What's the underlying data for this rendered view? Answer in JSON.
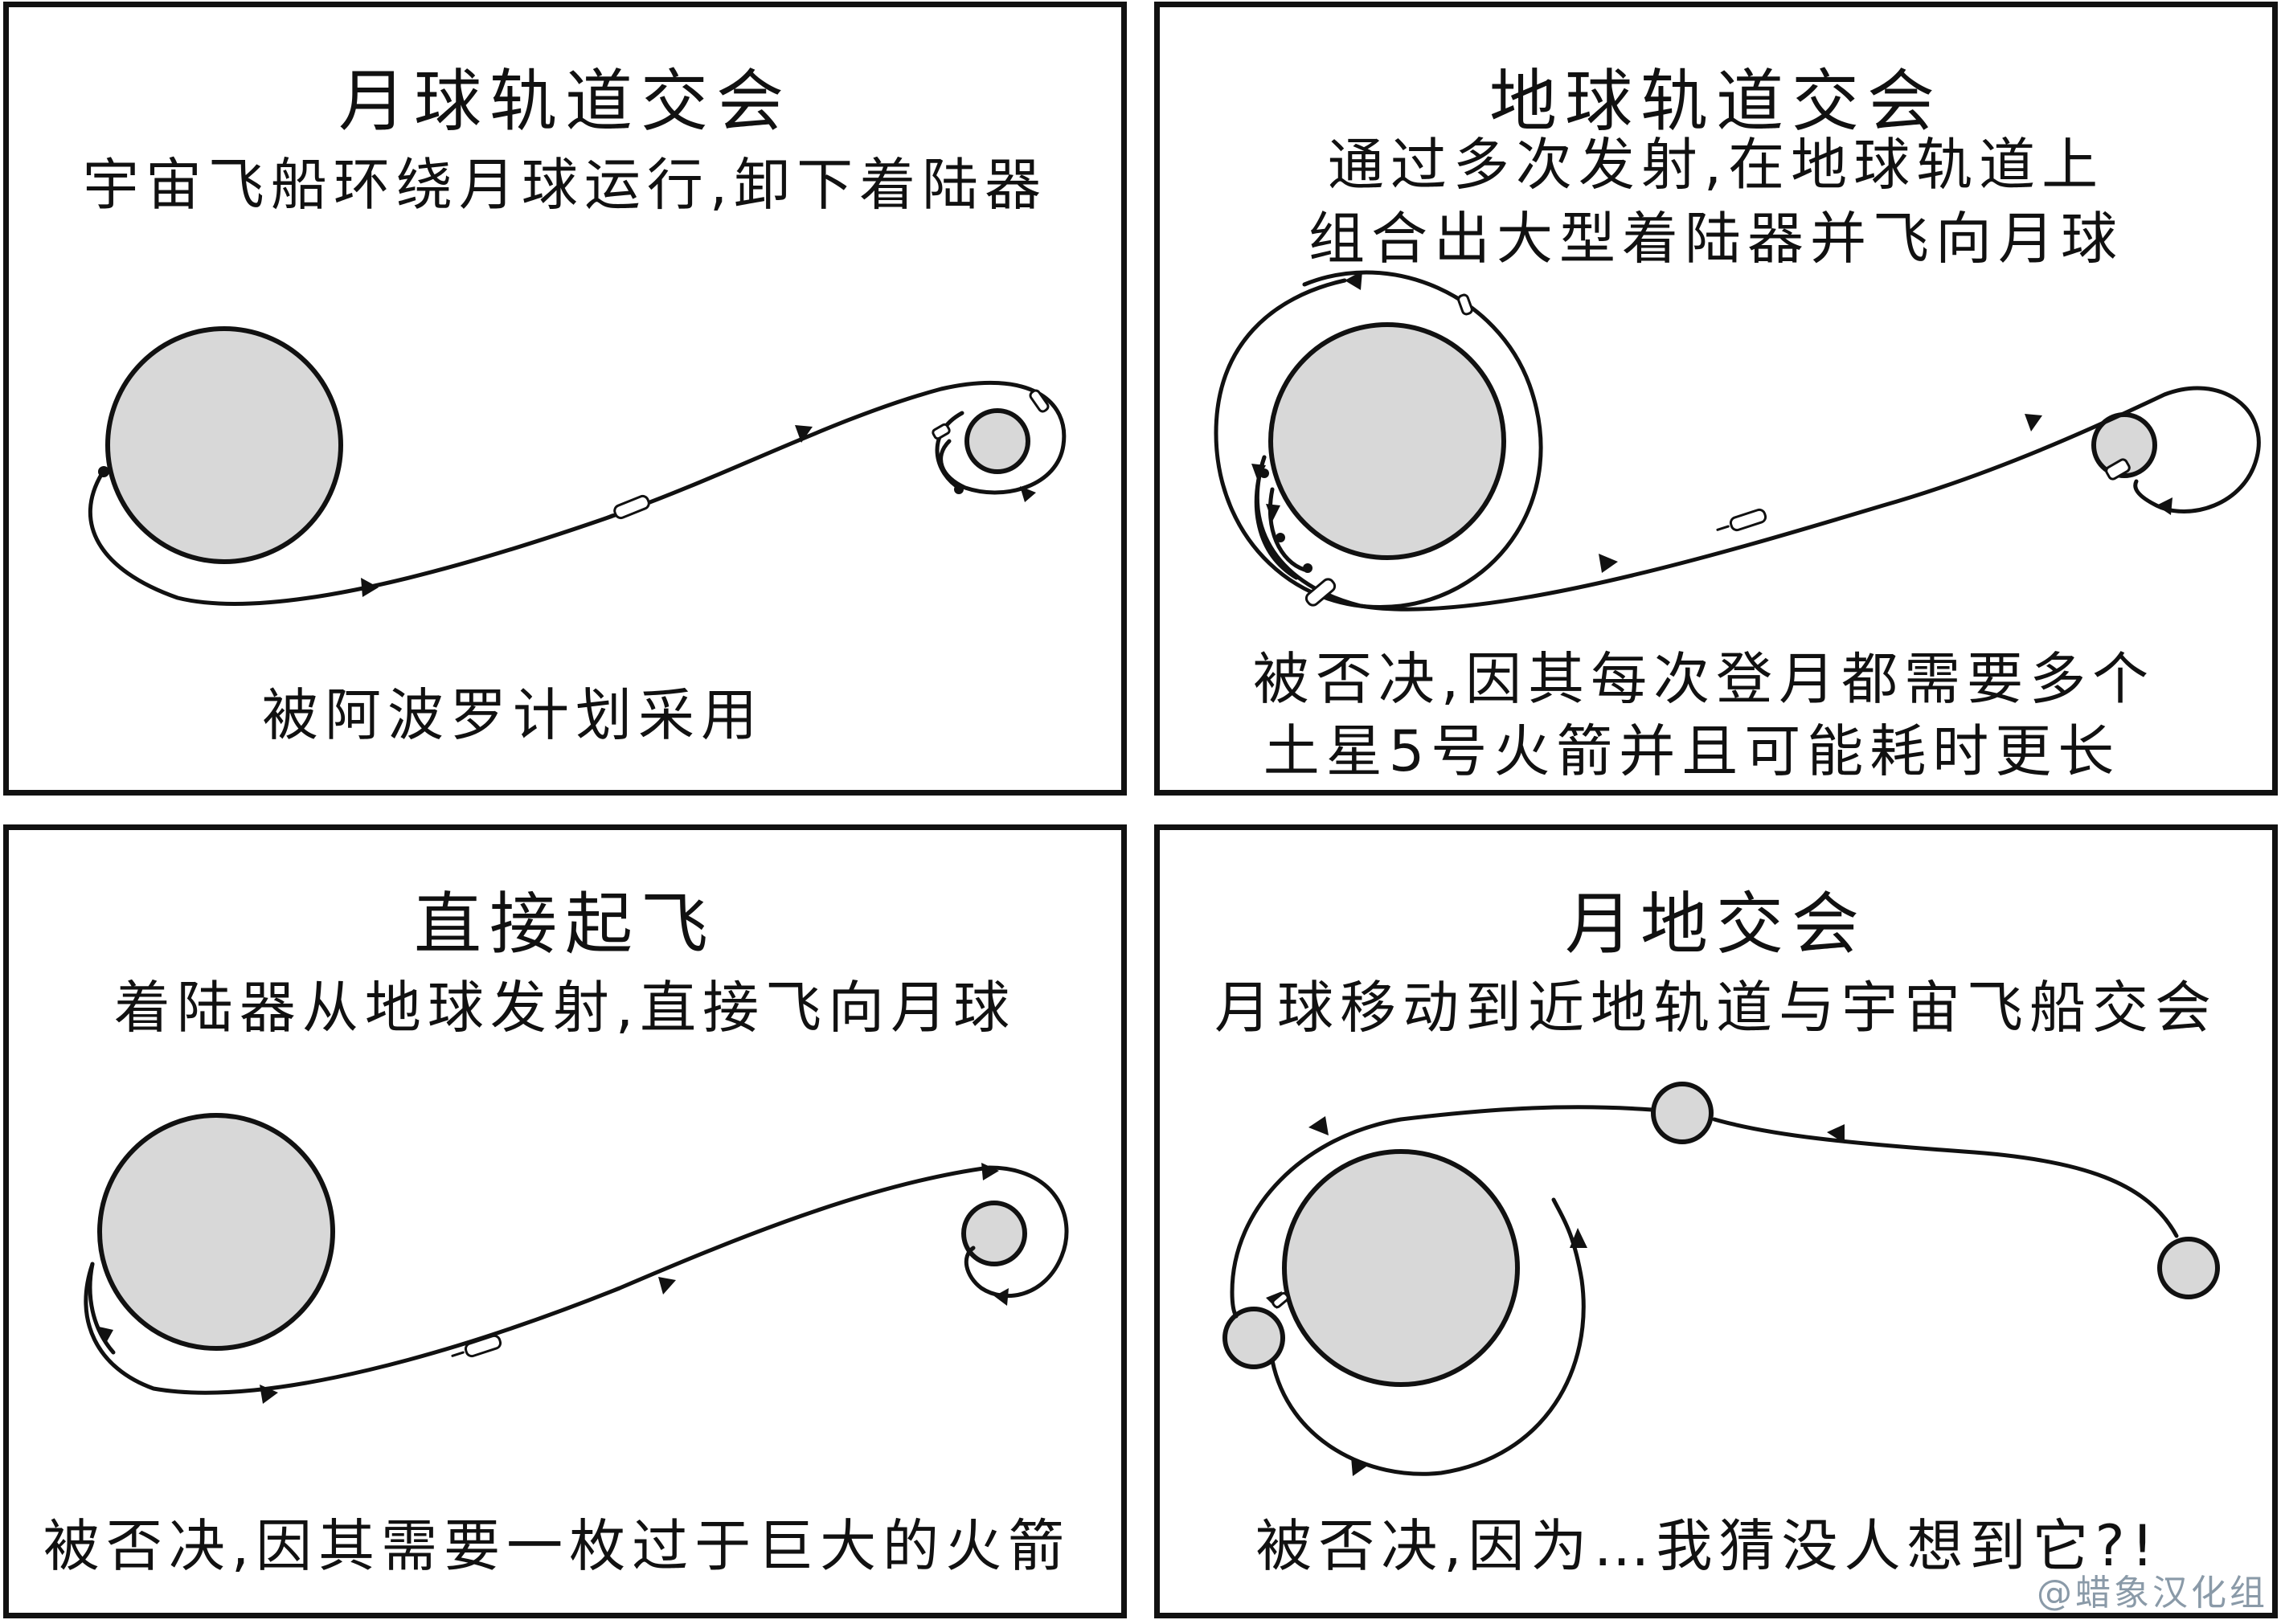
{
  "panels": [
    {
      "title": "月球轨道交会",
      "subtitle": [
        "宇宙飞船环绕月球运行,卸下着陆器"
      ],
      "note": [
        "被阿波罗计划采用"
      ]
    },
    {
      "title": "地球轨道交会",
      "subtitle": [
        "通过多次发射,在地球轨道上",
        "组合出大型着陆器并飞向月球"
      ],
      "note": [
        "被否决,因其每次登月都需要多个",
        "土星5号火箭并且可能耗时更长"
      ]
    },
    {
      "title": "直接起飞",
      "subtitle": [
        "着陆器从地球发射,直接飞向月球"
      ],
      "note": [
        "被否决,因其需要一枚过于巨大的火箭"
      ]
    },
    {
      "title": "月地交会",
      "subtitle": [
        "月球移动到近地轨道与宇宙飞船交会"
      ],
      "note": [
        "被否决,因为…我猜没人想到它?!"
      ]
    }
  ],
  "credit": "@蜡象汉化组",
  "colors": {
    "planet": "#d8d8d8",
    "ink": "#111111",
    "credit": "#8a9aa8"
  }
}
